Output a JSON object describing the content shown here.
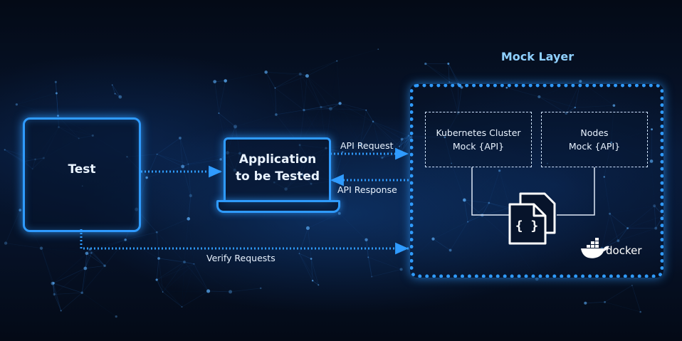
{
  "nodes": {
    "test": "Test",
    "app_line1": "Application",
    "app_line2": "to be Tested",
    "mock_layer_title": "Mock Layer",
    "k8s_line1": "Kubernetes Cluster",
    "k8s_line2": "Mock {API}",
    "nodes_line1": "Nodes",
    "nodes_line2": "Mock {API}"
  },
  "edges": {
    "api_request": "API Request",
    "api_response": "API Response",
    "verify_requests": "Verify Requests"
  },
  "logo": {
    "docker": "docker"
  },
  "icons": {
    "json_file": "json-file-icon",
    "docker_whale": "docker-whale-icon",
    "laptop": "laptop-icon"
  },
  "colors": {
    "accent": "#2f9bff",
    "title": "#8fd0ff",
    "background": "#050d1c",
    "text": "#e9f3ff"
  }
}
